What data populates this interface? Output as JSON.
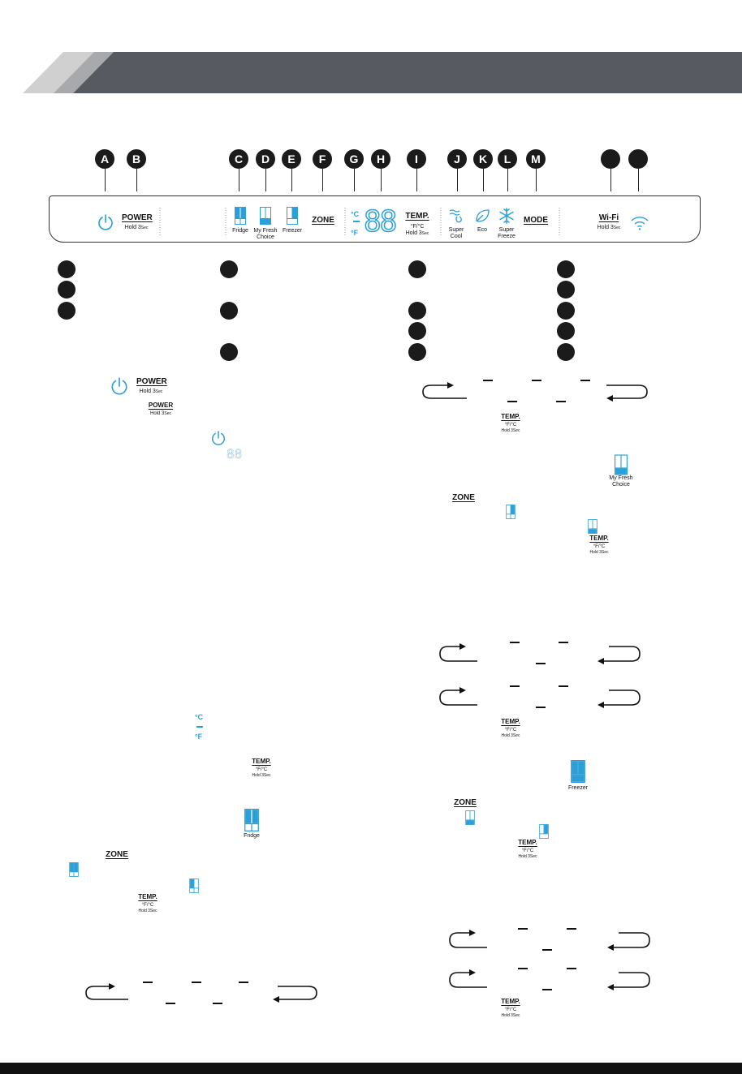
{
  "callouts": [
    "A",
    "B",
    "C",
    "D",
    "E",
    "F",
    "G",
    "H",
    "I",
    "J",
    "K",
    "L",
    "M"
  ],
  "panel": {
    "power": {
      "label": "POWER",
      "hold": "Hold 3",
      "sec": "Sec"
    },
    "zones": [
      {
        "id": "fridge",
        "caption": "Fridge"
      },
      {
        "id": "myfresh",
        "caption_line1": "My Fresh",
        "caption_line2": "Choice"
      },
      {
        "id": "freezer",
        "caption": "Freezer"
      }
    ],
    "zone_label": "ZONE",
    "display": {
      "celsius": "°C",
      "fahrenheit": "°F",
      "digits": "88"
    },
    "temp": {
      "label": "TEMP.",
      "units": "°F/°C",
      "hold": "Hold 3",
      "sec": "Sec"
    },
    "modes": [
      {
        "id": "supercool",
        "line1": "Super",
        "line2": "Cool"
      },
      {
        "id": "eco",
        "line1": "Eco",
        "line2": ""
      },
      {
        "id": "superfreeze",
        "line1": "Super",
        "line2": "Freeze"
      }
    ],
    "mode_label": "MODE",
    "wifi": {
      "label": "Wi-Fi",
      "hold": "Hold 3",
      "sec": "Sec"
    }
  },
  "inline_icons": {
    "power_label": "POWER",
    "hold": "Hold 3",
    "sec": "Sec",
    "digits": "88",
    "my_fresh_line1": "My Fresh",
    "my_fresh_line2": "Choice",
    "zone": "ZONE",
    "temp_label": "TEMP.",
    "temp_units": "°F/°C",
    "celsius": "°C",
    "fahrenheit": "°F",
    "fridge": "Fridge",
    "freezer": "Freezer"
  },
  "colors": {
    "accent": "#2a9fd8",
    "header": "#575a60",
    "header_light1": "#cfcfcf",
    "header_light2": "#a7a9ac",
    "dark": "#1b1b1b"
  }
}
